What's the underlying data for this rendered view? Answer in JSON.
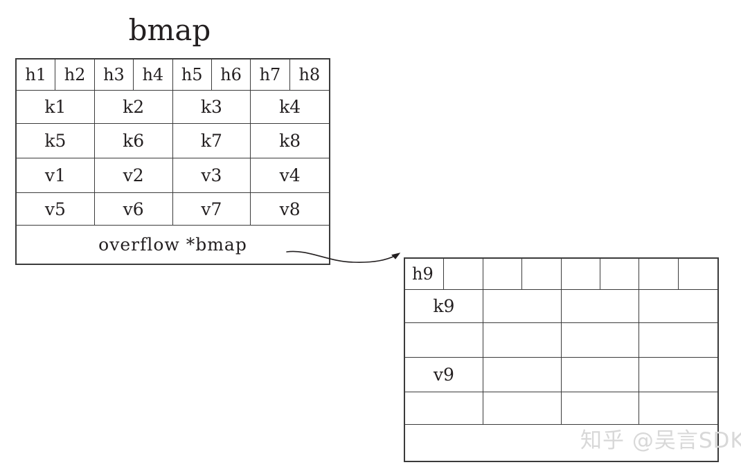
{
  "title": "bmap",
  "watermark": "知乎 @吴言SDK",
  "colors": {
    "background": "#ffffff",
    "stroke": "#3a3a3a",
    "text": "#231f20",
    "watermark": "#d8d8d8"
  },
  "left_bucket": {
    "name": "bmap",
    "tophash_row": {
      "label": "tophash",
      "cells": [
        "h1",
        "h2",
        "h3",
        "h4",
        "h5",
        "h6",
        "h7",
        "h8"
      ]
    },
    "key_rows": [
      {
        "label": "keys-1-4",
        "cells": [
          "k1",
          "k2",
          "k3",
          "k4"
        ]
      },
      {
        "label": "keys-5-8",
        "cells": [
          "k5",
          "k6",
          "k7",
          "k8"
        ]
      }
    ],
    "value_rows": [
      {
        "label": "values-1-4",
        "cells": [
          "v1",
          "v2",
          "v3",
          "v4"
        ]
      },
      {
        "label": "values-5-8",
        "cells": [
          "v5",
          "v6",
          "v7",
          "v8"
        ]
      }
    ],
    "overflow_row": {
      "label": "overflow-pointer",
      "cells": [
        "overflow   *bmap"
      ]
    }
  },
  "right_bucket": {
    "name": "overflow-bmap",
    "tophash_row": {
      "label": "tophash",
      "cells": [
        "h9",
        "",
        "",
        "",
        "",
        "",
        "",
        ""
      ]
    },
    "key_rows": [
      {
        "label": "keys-9-12",
        "cells": [
          "k9",
          "",
          "",
          ""
        ]
      },
      {
        "label": "keys-13-16",
        "cells": [
          "",
          "",
          "",
          ""
        ]
      }
    ],
    "value_rows": [
      {
        "label": "values-9-12",
        "cells": [
          "v9",
          "",
          "",
          ""
        ]
      },
      {
        "label": "values-13-16",
        "cells": [
          "",
          "",
          "",
          ""
        ]
      }
    ],
    "overflow_row": {
      "label": "overflow-pointer",
      "cells": [
        ""
      ]
    }
  },
  "connector": {
    "label": "overflow-pointer-arrow",
    "from": "left-bucket-overflow-cell",
    "to": "right-bucket-tophash-row"
  }
}
